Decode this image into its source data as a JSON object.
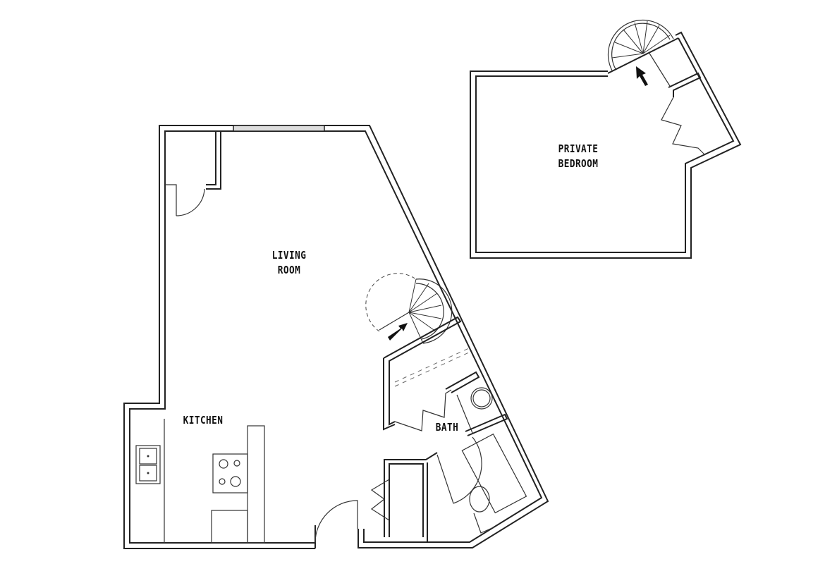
{
  "rooms": {
    "living_room": [
      "LIVING",
      "ROOM"
    ],
    "kitchen": "KITCHEN",
    "bath": "BATH",
    "private_bedroom": [
      "PRIVATE",
      "BEDROOM"
    ]
  },
  "colors": {
    "wall": "#222222",
    "background": "#ffffff"
  }
}
